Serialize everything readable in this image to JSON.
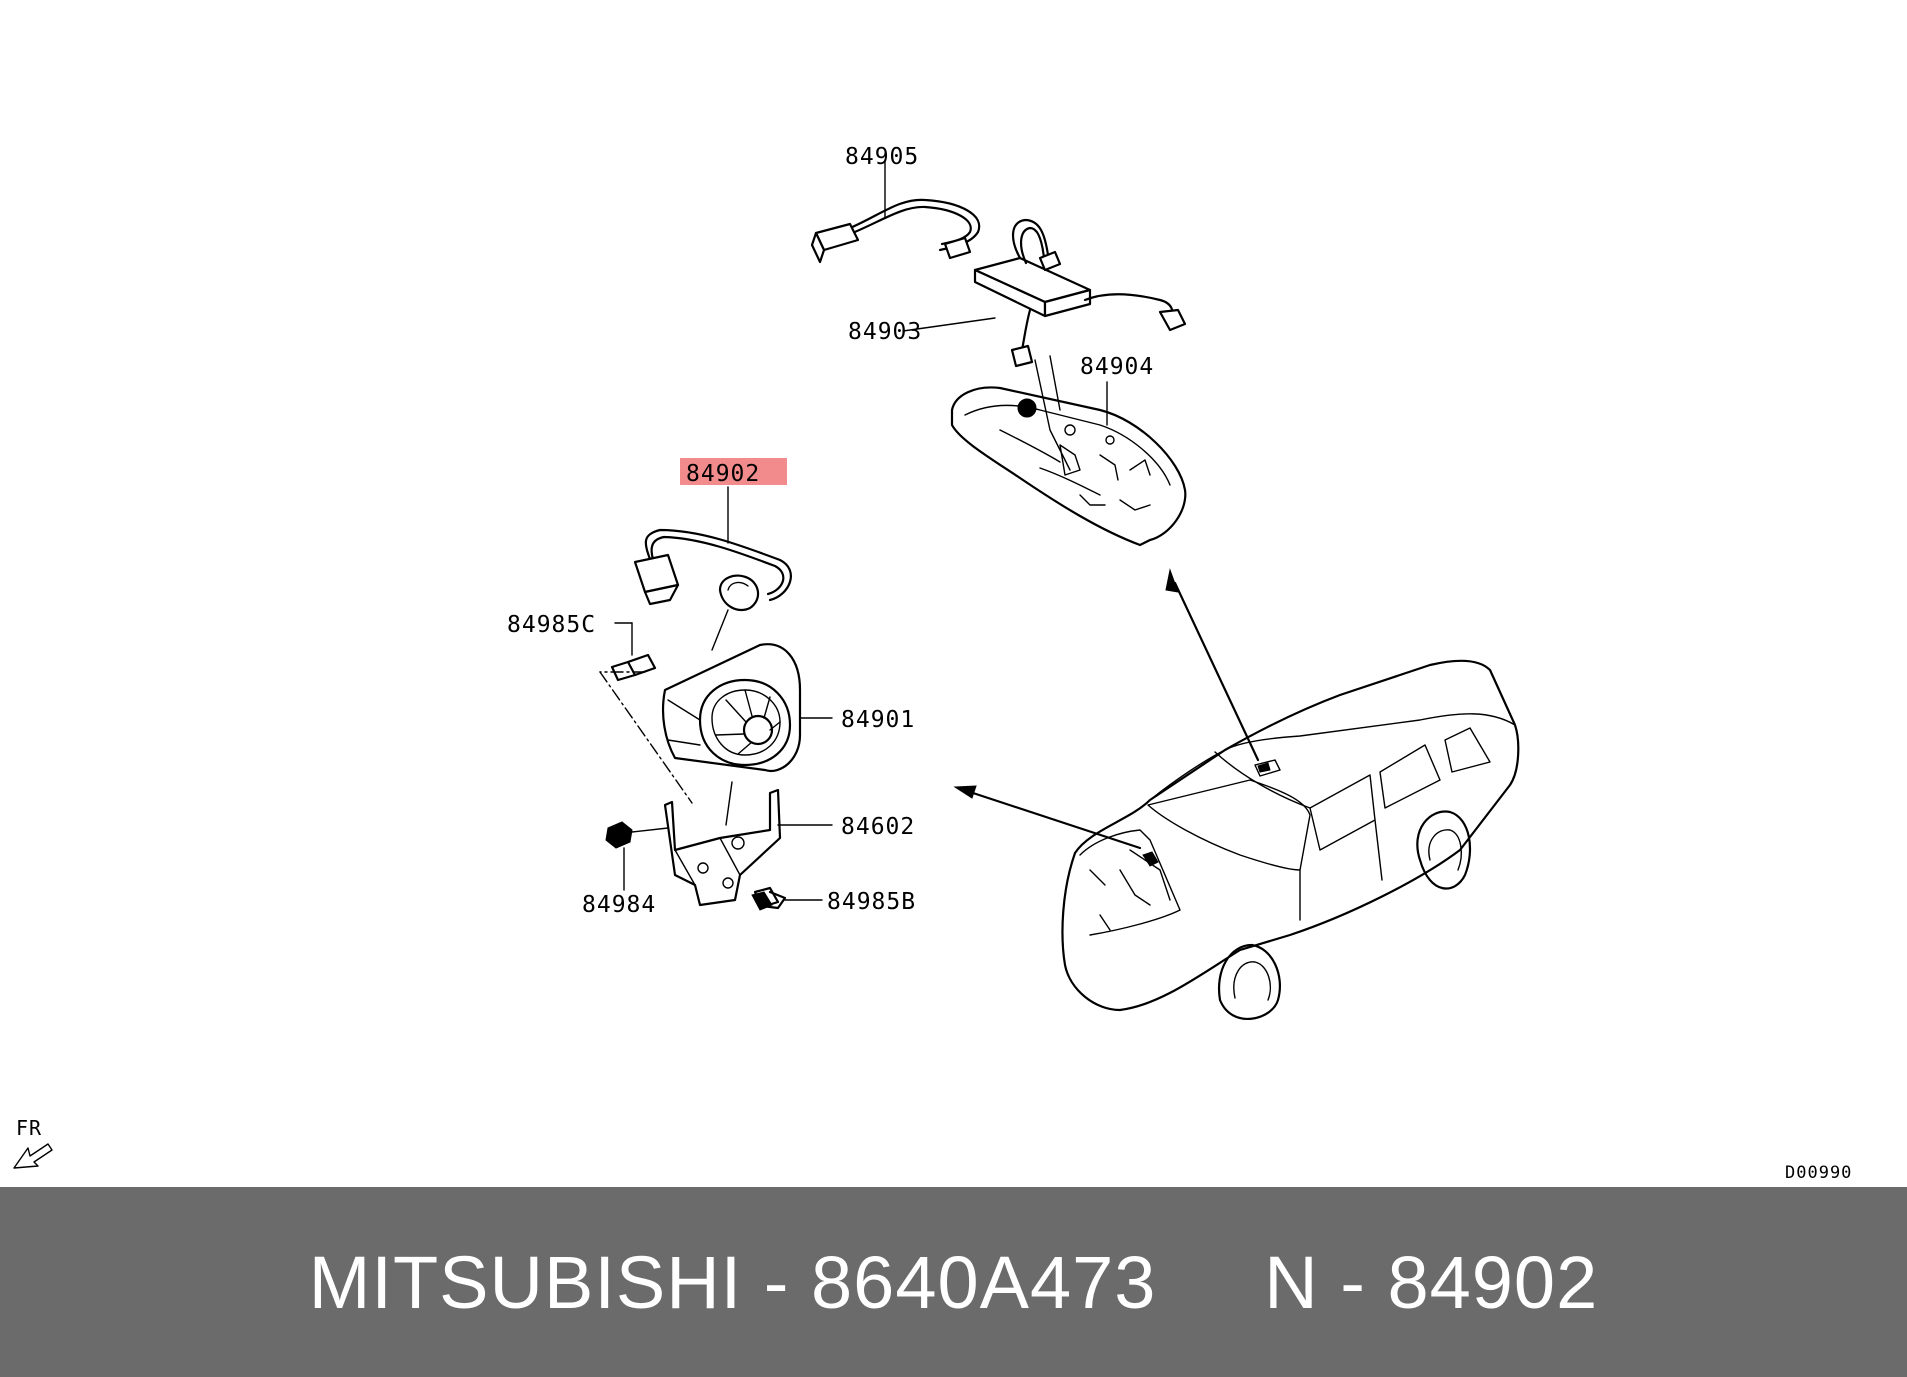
{
  "diagram": {
    "labels": {
      "p84905": "84905",
      "p84903": "84903",
      "p84904": "84904",
      "p84902": "84902",
      "p84985C": "84985C",
      "p84901": "84901",
      "p84602": "84602",
      "p84984": "84984",
      "p84985B": "84985B"
    },
    "highlighted_part": "84902",
    "highlight_color": "#f28b8b",
    "orientation_label": "FR",
    "drawing_code": "D00990"
  },
  "footer": {
    "text": "MITSUBISHI - 8640A473     N - 84902",
    "background_color": "#6b6b6b",
    "text_color": "#ffffff"
  }
}
